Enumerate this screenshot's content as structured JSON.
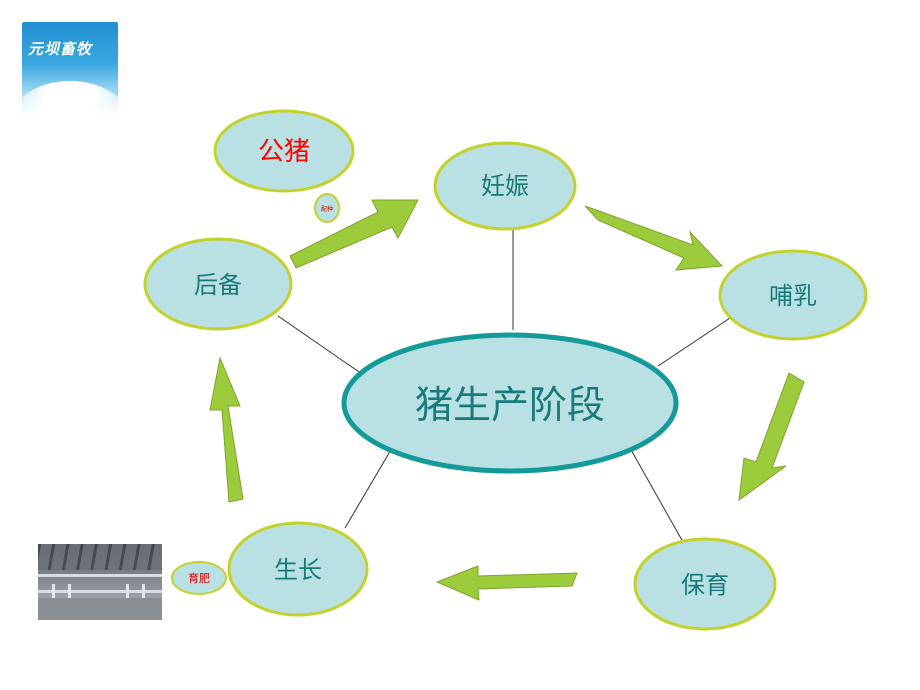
{
  "logo": {
    "text": "元坝畜牧"
  },
  "diagram": {
    "center": {
      "label": "猪生产阶段"
    },
    "nodes": {
      "boar": {
        "label": "公猪",
        "color": "#ff0000"
      },
      "pregnancy": {
        "label": "妊娠"
      },
      "lactation": {
        "label": "哺乳"
      },
      "nursery": {
        "label": "保育"
      },
      "growth": {
        "label": "生长"
      },
      "reserve": {
        "label": "后备"
      }
    },
    "small_tags": {
      "breeding": {
        "label": "配种"
      },
      "fattening": {
        "label": "育肥"
      }
    }
  },
  "colors": {
    "node_fill": "#b9e0e3",
    "node_border": "#c3d22a",
    "center_border": "#149a99",
    "node_text": "#1a7a7a",
    "arrow_fill": "#9ccc3c",
    "arrow_stroke": "#7aa52a",
    "connector": "#333333"
  }
}
